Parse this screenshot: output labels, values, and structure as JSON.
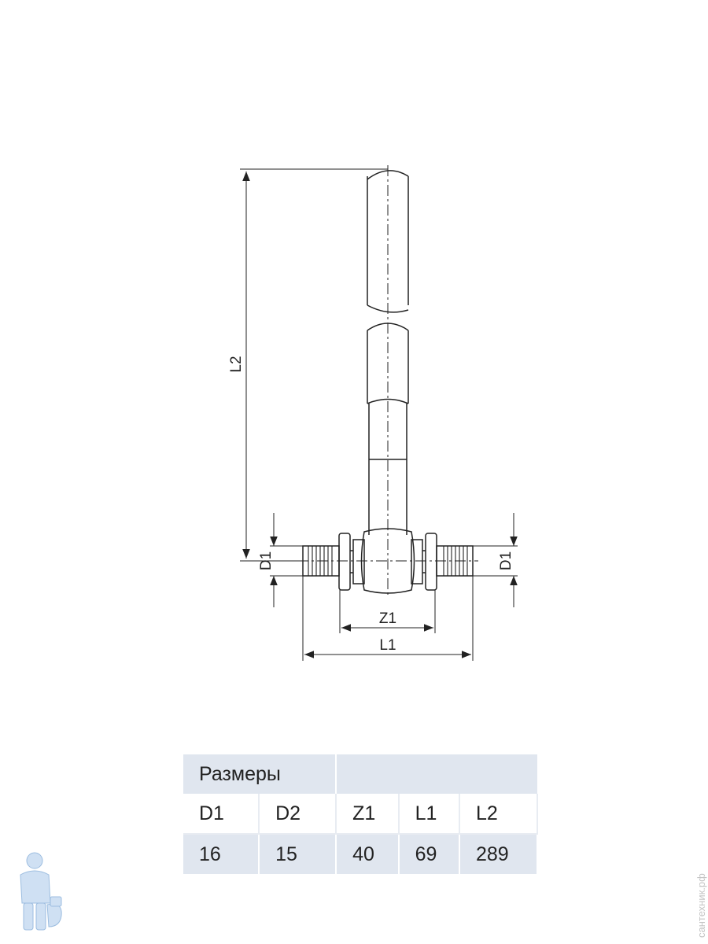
{
  "drawing": {
    "labels": {
      "l2": "L2",
      "d1_left": "D1",
      "d1_right": "D1",
      "z1": "Z1",
      "l1": "L1"
    }
  },
  "table": {
    "title": "Размеры",
    "headers": [
      "D1",
      "D2",
      "Z1",
      "L1",
      "L2"
    ],
    "values": [
      "16",
      "15",
      "40",
      "69",
      "289"
    ]
  },
  "watermark": {
    "site": "сантехник.рф",
    "logo": "plumber-mascot-icon"
  },
  "colors": {
    "table_band": "#e0e6ef",
    "drawing_line": "#222222"
  }
}
